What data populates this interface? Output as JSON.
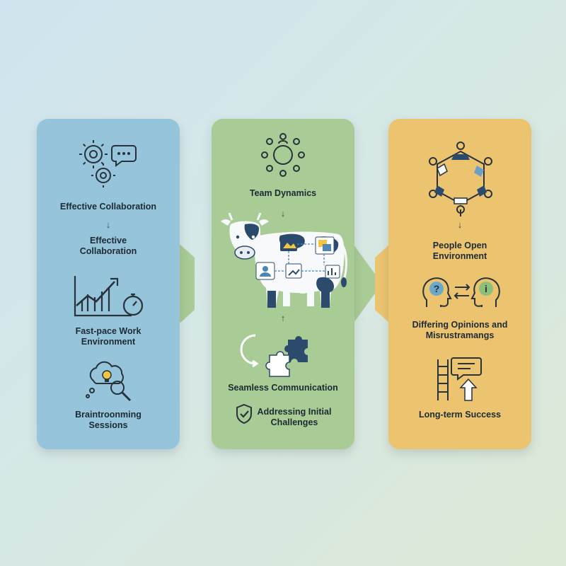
{
  "colors": {
    "left_panel": "#95c4db",
    "middle_panel": "#a9cb95",
    "right_panel": "#ecc46f",
    "navy": "#2c4a6b",
    "dark_line": "#27323a"
  },
  "left_column": {
    "item1_label": "Effective Collaboration",
    "item2_label": "Effective Collaboration",
    "item3_label": "Fast-pace Work Environment",
    "item4_label": "Braintroonming Sessions",
    "icons": [
      "gears-chat-icon",
      "growth-chart-stopwatch-icon",
      "brainstorm-bulb-magnifier-icon"
    ]
  },
  "middle_column": {
    "item1_label": "Team Dynamics",
    "item2_label": "Seamless Communication",
    "item3_label": "Addressing Initial Challenges",
    "icons": [
      "team-circle-icon",
      "cow-network-illustration",
      "puzzle-pieces-icon",
      "shield-check-icon"
    ]
  },
  "right_column": {
    "item1_label": "People Open Environment",
    "item2_label": "Differing Opinions and Misrustramangs",
    "item3_label": "Long-term Success",
    "icons": [
      "people-ring-icon",
      "question-info-heads-icon",
      "ladder-message-icon"
    ]
  }
}
